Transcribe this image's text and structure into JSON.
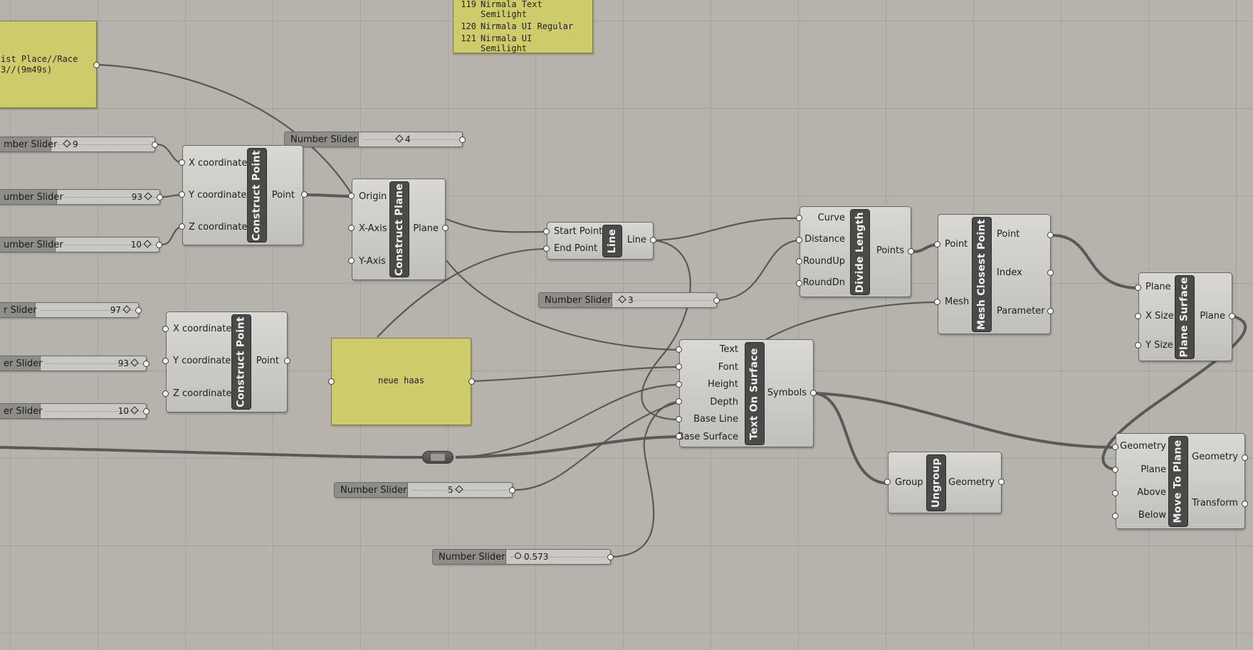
{
  "canvas": {
    "background": "#b5b3ac",
    "wire_color": "#5a5955",
    "panel_color": "#cdcb6a"
  },
  "panels": {
    "race": {
      "text_line1": "ist Place//Race",
      "text_line2": "3//(9m49s)"
    },
    "neue": {
      "text": "neue haas"
    },
    "font_list": {
      "rows": [
        {
          "index": "119",
          "text": "Nirmala Text",
          "text2": "Semilight"
        },
        {
          "index": "120",
          "text": "Nirmala UI Regular",
          "text2": ""
        },
        {
          "index": "121",
          "text": "Nirmala UI",
          "text2": "Semilight"
        }
      ]
    }
  },
  "sliders": [
    {
      "label": "mber Slider",
      "value": "9"
    },
    {
      "label": "umber Slider",
      "value": "93"
    },
    {
      "label": "umber Slider",
      "value": "10"
    },
    {
      "label": "Number Slider",
      "value": "4"
    },
    {
      "label": "r Slider",
      "value": "97"
    },
    {
      "label": "er Slider",
      "value": "93"
    },
    {
      "label": "er Slider",
      "value": "10"
    },
    {
      "label": "Number Slider",
      "value": "3"
    },
    {
      "label": "Number Slider",
      "value": "5"
    },
    {
      "label": "Number Slider",
      "value": "0.573"
    }
  ],
  "components": {
    "construct_point_1": {
      "name": "Construct Point",
      "inputs": [
        "X coordinate",
        "Y coordinate",
        "Z coordinate"
      ],
      "outputs": [
        "Point"
      ]
    },
    "construct_point_2": {
      "name": "Construct Point",
      "inputs": [
        "X coordinate",
        "Y coordinate",
        "Z coordinate"
      ],
      "outputs": [
        "Point"
      ]
    },
    "construct_plane": {
      "name": "Construct Plane",
      "inputs": [
        "Origin",
        "X-Axis",
        "Y-Axis"
      ],
      "outputs": [
        "Plane"
      ]
    },
    "line": {
      "name": "Line",
      "inputs": [
        "Start Point",
        "End Point"
      ],
      "outputs": [
        "Line"
      ]
    },
    "divide_length": {
      "name": "Divide Length",
      "inputs": [
        "Curve",
        "Distance",
        "RoundUp",
        "RoundDn"
      ],
      "outputs": [
        "Points"
      ]
    },
    "mesh_closest_point": {
      "name": "Mesh Closest Point",
      "inputs": [
        "Point",
        "Mesh"
      ],
      "outputs": [
        "Point",
        "Index",
        "Parameter"
      ]
    },
    "plane_surface": {
      "name": "Plane Surface",
      "inputs": [
        "Plane",
        "X Size",
        "Y Size"
      ],
      "outputs": [
        "Plane"
      ]
    },
    "text_on_surface": {
      "name": "Text On Surface",
      "inputs": [
        "Text",
        "Font",
        "Height",
        "Depth",
        "Base Line",
        "Base Surface"
      ],
      "outputs": [
        "Symbols"
      ]
    },
    "ungroup": {
      "name": "Ungroup",
      "inputs": [
        "Group"
      ],
      "outputs": [
        "Geometry"
      ]
    },
    "move_to_plane": {
      "name": "Move To Plane",
      "inputs": [
        "Geometry",
        "Plane",
        "Above",
        "Below"
      ],
      "outputs": [
        "Geometry",
        "Transform"
      ]
    }
  }
}
